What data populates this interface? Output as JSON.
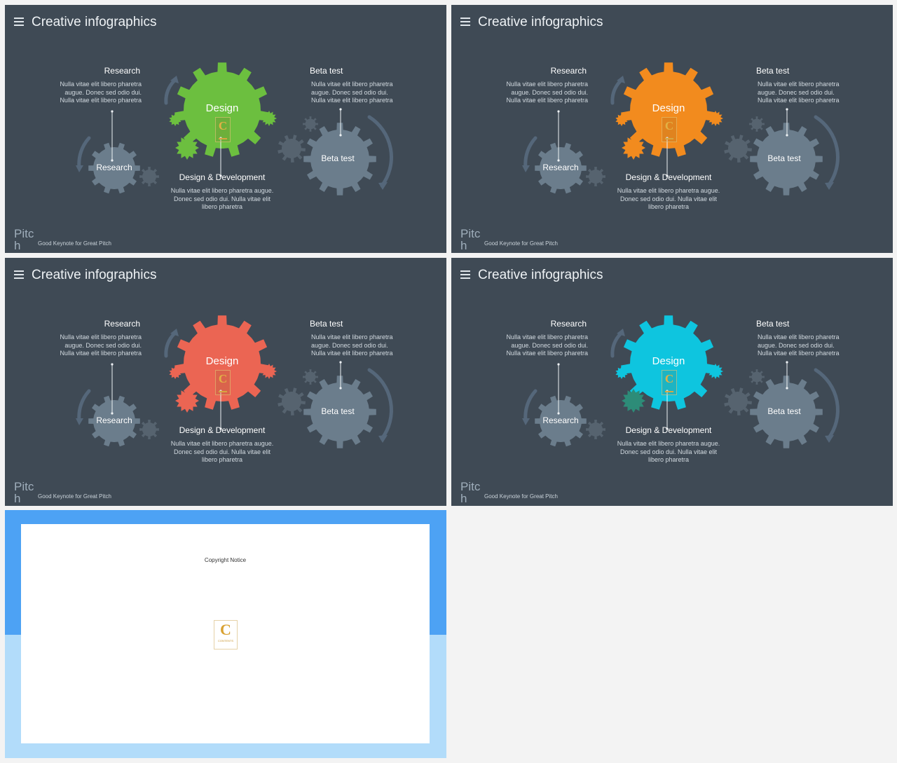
{
  "slides": [
    {
      "accent": "#6cbf3f",
      "small_gear_color": "#6cbf3f"
    },
    {
      "accent": "#f28b1e",
      "small_gear_color": "#f28b1e"
    },
    {
      "accent": "#eb6553",
      "small_gear_color": "#eb6553"
    },
    {
      "accent": "#0ec5df",
      "small_gear_color": "#2d8c78"
    }
  ],
  "content": {
    "title": "Creative infographics",
    "research_heading": "Research",
    "research_desc": "Nulla vitae elit libero pharetra augue. Donec sed odio dui. Nulla vitae elit libero pharetra",
    "beta_heading": "Beta test",
    "beta_desc": "Nulla vitae elit libero pharetra augue. Donec sed odio dui. Nulla vitae elit libero pharetra",
    "design_heading": "Design & Development",
    "design_desc": "Nulla vitae elit libero pharetra augue. Donec sed odio dui. Nulla vitae elit libero pharetra",
    "gear_design": "Design",
    "gear_research": "Research",
    "gear_beta": "Beta test",
    "brand": "Pitch",
    "footer": "Good Keynote for Great Pitch"
  },
  "copyright": {
    "notice": "Copyright Notice",
    "logo_letter": "C",
    "logo_text": "CONTENTS"
  },
  "colors": {
    "slide_bg": "#3f4a55",
    "gear_gray": "#6b7d8c",
    "gear_dark": "#56636f",
    "arrow": "#55677a",
    "copy_top": "#4da2f4",
    "copy_bottom": "#b2dcfa"
  }
}
